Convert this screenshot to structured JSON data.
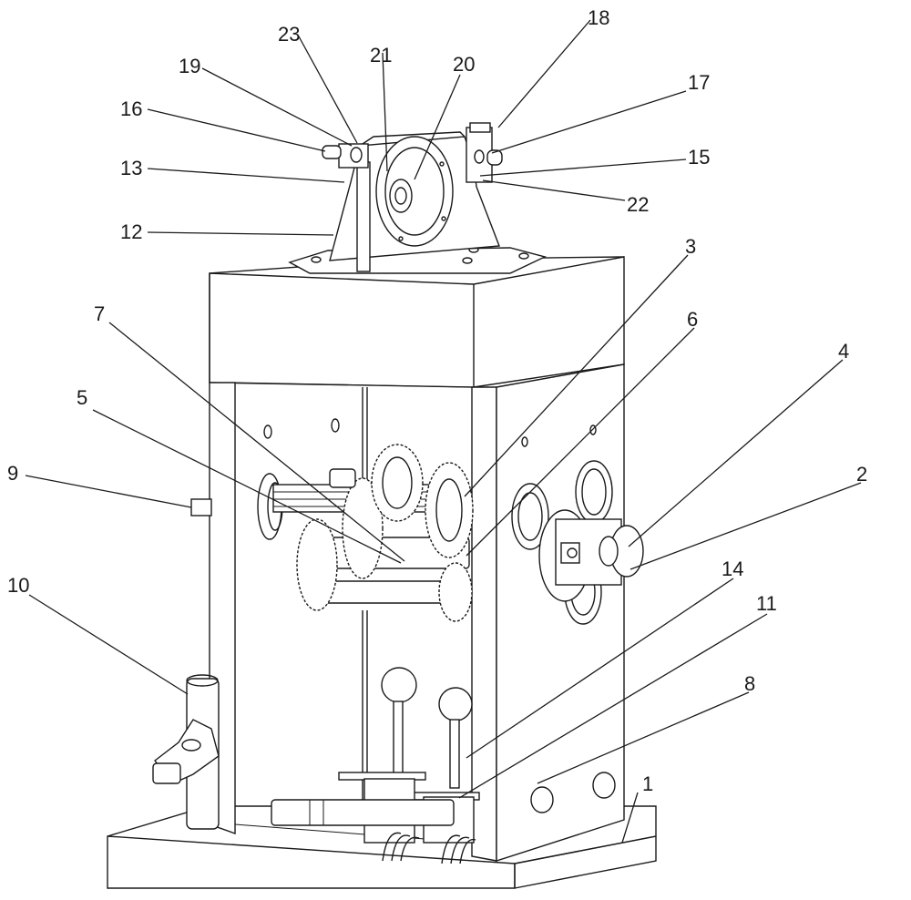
{
  "labels": [
    {
      "id": "1",
      "text": "1"
    },
    {
      "id": "2",
      "text": "2"
    },
    {
      "id": "3",
      "text": "3"
    },
    {
      "id": "4",
      "text": "4"
    },
    {
      "id": "5",
      "text": "5"
    },
    {
      "id": "6",
      "text": "6"
    },
    {
      "id": "7",
      "text": "7"
    },
    {
      "id": "8",
      "text": "8"
    },
    {
      "id": "9",
      "text": "9"
    },
    {
      "id": "10",
      "text": "10"
    },
    {
      "id": "11",
      "text": "11"
    },
    {
      "id": "12",
      "text": "12"
    },
    {
      "id": "13",
      "text": "13"
    },
    {
      "id": "14",
      "text": "14"
    },
    {
      "id": "15",
      "text": "15"
    },
    {
      "id": "16",
      "text": "16"
    },
    {
      "id": "17",
      "text": "17"
    },
    {
      "id": "18",
      "text": "18"
    },
    {
      "id": "19",
      "text": "19"
    },
    {
      "id": "20",
      "text": "20"
    },
    {
      "id": "21",
      "text": "21"
    },
    {
      "id": "22",
      "text": "22"
    },
    {
      "id": "23",
      "text": "23"
    }
  ],
  "colors": {
    "line": "#1a1a1a",
    "background": "#ffffff"
  }
}
